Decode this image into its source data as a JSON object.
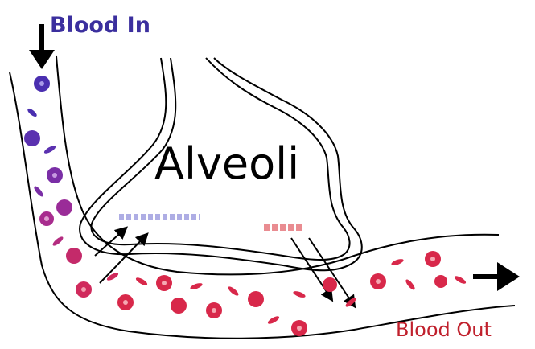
{
  "labels": {
    "blood_in": "Blood In",
    "alveoli": "Alveoli",
    "blood_out": "Blood Out"
  },
  "colors": {
    "blood_in_text": "#3b2f9e",
    "blood_out_text": "#c0202c",
    "deoxygenated_cell": "#4a2fb0",
    "mid_cell": "#8b2e9e",
    "oxygenated_cell": "#d8284a",
    "outline": "#000000"
  },
  "icons": [
    "arrow-down-icon",
    "arrow-right-icon",
    "gas-exchange-arrow-icon"
  ]
}
